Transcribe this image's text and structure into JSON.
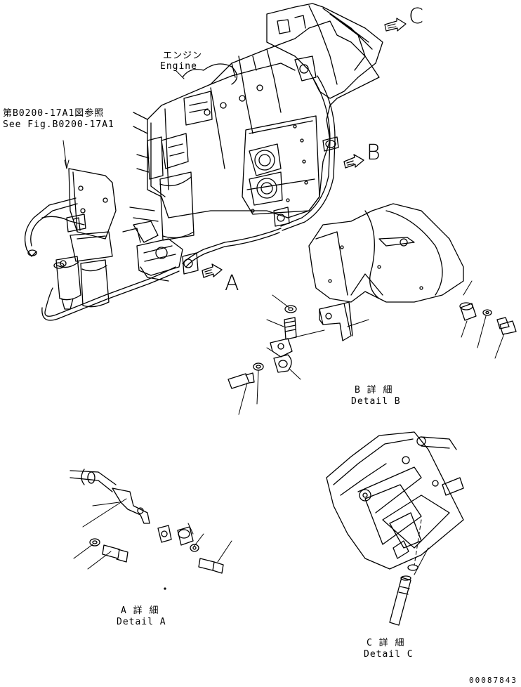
{
  "labels": {
    "engine_ja": "エンジン",
    "engine_en": "Engine",
    "fig_ref_ja": "第B0200-17A1図参照",
    "fig_ref_en": "See Fig.B0200-17A1",
    "arrow_a": "A",
    "arrow_b": "B",
    "arrow_c": "C",
    "detail_b_ja": "B 詳 細",
    "detail_b_en": "Detail B",
    "detail_a_ja": "A 詳 細",
    "detail_a_en": "Detail A",
    "detail_c_ja": "C 詳 細",
    "detail_c_en": "Detail C",
    "drawing_code": "00087843"
  }
}
